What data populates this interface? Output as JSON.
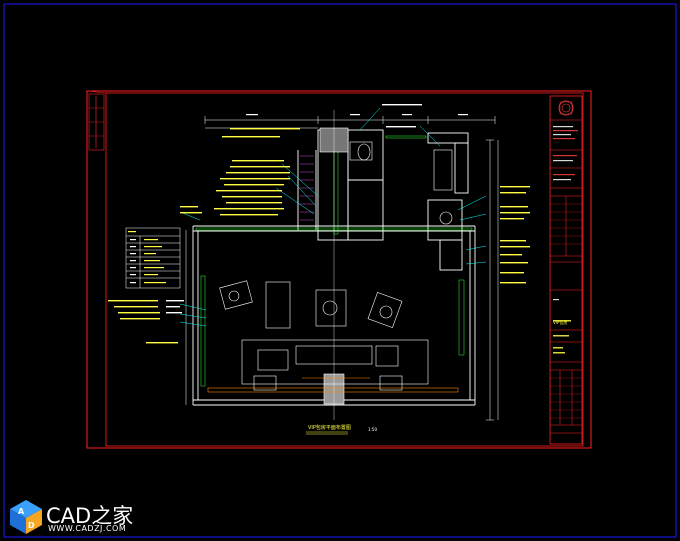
{
  "watermark": {
    "brand": "CAD之家",
    "url": "WWW.CADZJ.COM"
  },
  "drawing": {
    "plan_title": "VIP包房平面布置图",
    "plan_scale": "1:50",
    "title_block_name": "VIP包房"
  },
  "colors": {
    "background": "#000000",
    "viewport_border": "#1a1aff",
    "sheet_border": "#ff2020",
    "wall": "#ffffff",
    "annotation": "#ffff44",
    "leader": "#00ffff",
    "furniture": "#ffffff",
    "accent_green": "#33ff33",
    "stair": "#ff55ff"
  }
}
